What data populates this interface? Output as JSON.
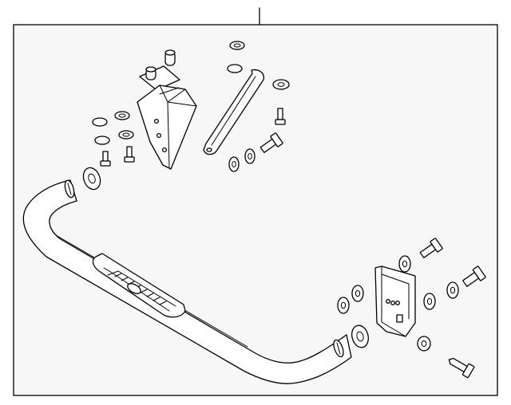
{
  "diagram": {
    "kind": "exploded parts illustration",
    "line_color": "#000000",
    "background_color": "#ffffff",
    "frame_fill": "#f7f7f7",
    "parts": [
      "step-bar-tube",
      "step-pad",
      "front-mounting-bracket",
      "front-bracket-nut-plate",
      "support-brace",
      "rear-mounting-bracket",
      "bolts",
      "washers",
      "spacers"
    ]
  }
}
